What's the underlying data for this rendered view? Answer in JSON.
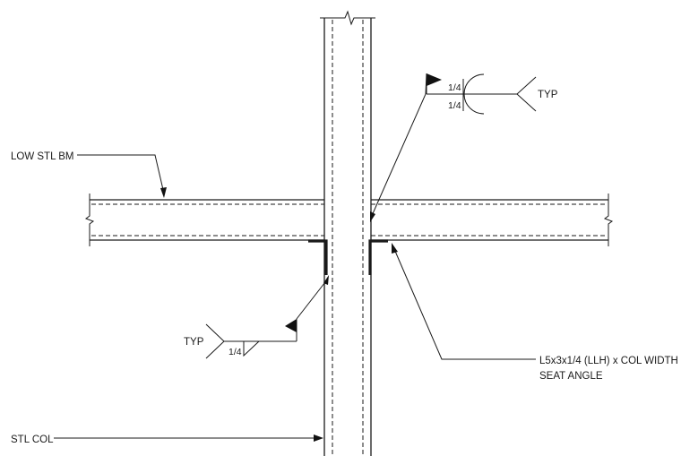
{
  "labels": {
    "low_beam": "LOW STL BM",
    "steel_column": "STL COL",
    "seat_angle_line1": "L5x3x1/4 (LLH) x COL WIDTH",
    "seat_angle_line2": "SEAT ANGLE"
  },
  "weld_symbol_top": {
    "size_arrow_side": "1/4",
    "size_other_side": "1/4",
    "tail_note": "TYP"
  },
  "weld_symbol_bottom": {
    "size": "1/4",
    "tail_note": "TYP"
  },
  "colors": {
    "line": "#1a1a1a",
    "background": "#ffffff"
  }
}
